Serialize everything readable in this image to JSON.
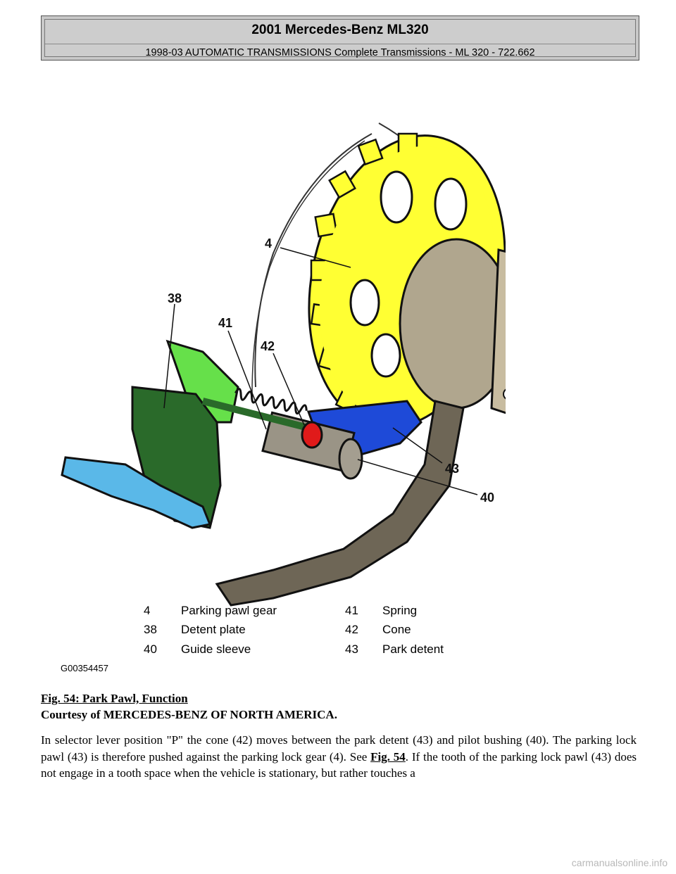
{
  "header": {
    "title": "2001 Mercedes-Benz ML320",
    "subtitle": "1998-03 AUTOMATIC TRANSMISSIONS Complete Transmissions - ML 320 - 722.662"
  },
  "figure": {
    "callouts": [
      "4",
      "38",
      "41",
      "42",
      "43",
      "40"
    ],
    "legend": [
      {
        "num": "4",
        "label": "Parking pawl gear"
      },
      {
        "num": "38",
        "label": "Detent plate"
      },
      {
        "num": "40",
        "label": "Guide sleeve"
      },
      {
        "num": "41",
        "label": "Spring"
      },
      {
        "num": "42",
        "label": "Cone"
      },
      {
        "num": "43",
        "label": "Park detent"
      }
    ],
    "code": "G00354457",
    "colors": {
      "gear": "#ffff33",
      "detent_plate": "#2a6a2a",
      "detent_plate_light": "#66e04a",
      "lever": "#5ab8e8",
      "pawl": "#1e4ad8",
      "cone": "#e01a1a",
      "bracket": "#6e6656",
      "hub": "#c8bca0"
    }
  },
  "caption": "Fig. 54: Park Pawl, Function",
  "courtesy": "Courtesy of MERCEDES-BENZ OF NORTH AMERICA.",
  "body": {
    "text_before": "In selector lever position \"P\" the cone (42) moves between the park detent (43) and pilot bushing (40). The parking lock pawl (43) is therefore pushed against the parking lock gear (4). See ",
    "link": "Fig. 54",
    "text_after": ". If the tooth of the parking lock pawl (43) does not engage in a tooth space when the vehicle is stationary, but rather touches a"
  },
  "watermark": "carmanualsonline.info"
}
